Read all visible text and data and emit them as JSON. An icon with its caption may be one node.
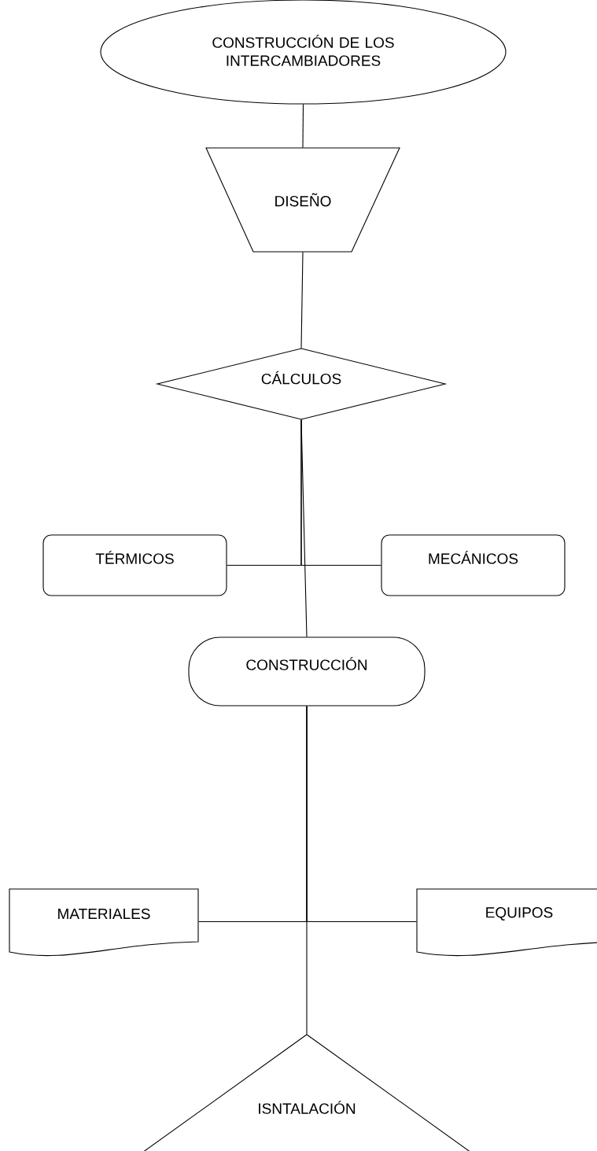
{
  "diagram": {
    "nodes": [
      {
        "text": [
          "CONSTRUCCIÓN DE LOS INTERCAMBIADORES"
        ]
      },
      {
        "text": [
          "DISEÑO"
        ]
      },
      {
        "text": [
          "CÁLCULOS"
        ]
      },
      {
        "text": [
          "TÉRMICOS"
        ]
      },
      {
        "text": [
          "MECÁNICOS"
        ]
      },
      {
        "text": [
          "CONSTRUCCIÓN"
        ]
      },
      {
        "text": [
          "MATERIALES"
        ]
      },
      {
        "text": [
          "EQUIPOS"
        ]
      },
      {
        "text": [
          "ISNTALACIÓN"
        ]
      }
    ],
    "edges": [
      {
        "from": 0,
        "to": 1,
        "arrow": "none"
      },
      {
        "from": 1,
        "to": 2,
        "arrow": "none"
      },
      {
        "from": 2,
        "to": 3,
        "arrow": "none"
      },
      {
        "from": 2,
        "to": 4,
        "arrow": "none"
      },
      {
        "from": 2,
        "to": 5,
        "arrow": "none"
      },
      {
        "from": 5,
        "to": 6,
        "arrow": "none"
      },
      {
        "from": 5,
        "to": 7,
        "arrow": "none"
      },
      {
        "from": 5,
        "to": 8,
        "arrow": "none"
      }
    ]
  }
}
